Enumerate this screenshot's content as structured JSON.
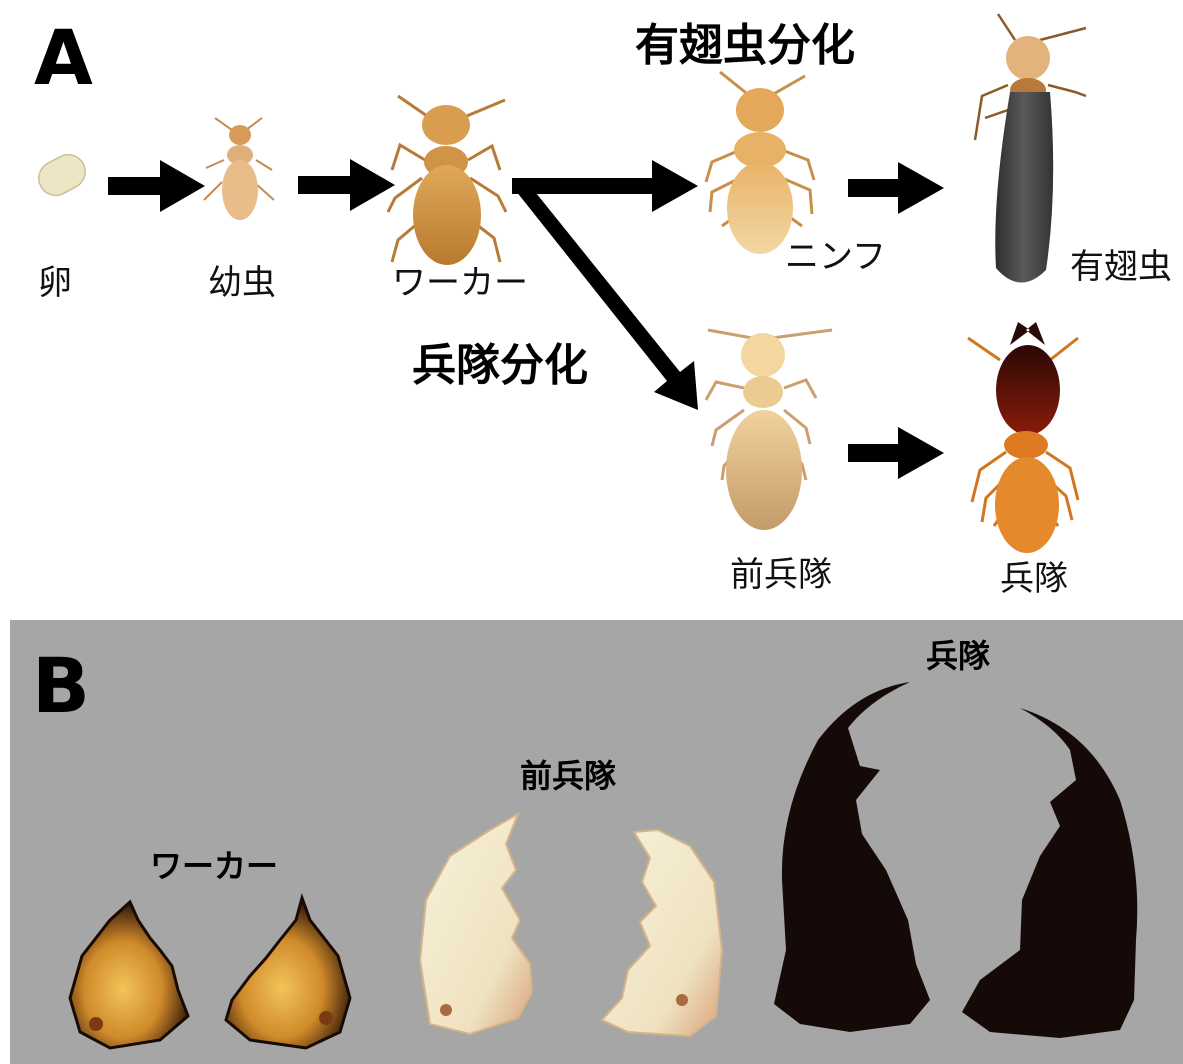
{
  "panel_a": {
    "letter": "A",
    "stages": {
      "egg": "卵",
      "larva": "幼虫",
      "worker": "ワーカー",
      "nymph": "ニンフ",
      "alate": "有翅虫",
      "presoldier": "前兵隊",
      "soldier": "兵隊"
    },
    "pathways": {
      "alate_differentiation": "有翅虫分化",
      "soldier_differentiation": "兵隊分化"
    }
  },
  "panel_b": {
    "letter": "B",
    "mandible_labels": {
      "worker": "ワーカー",
      "presoldier": "前兵隊",
      "soldier": "兵隊"
    }
  },
  "colors": {
    "panel_b_background": "#a6a6a6",
    "arrow": "#000000",
    "worker_body": "#d9a35a",
    "soldier_head": "#6b1408",
    "alate_wing": "#4a4a4a",
    "mandible_dark": "#150a08",
    "mandible_pale": "#f3ead0"
  }
}
